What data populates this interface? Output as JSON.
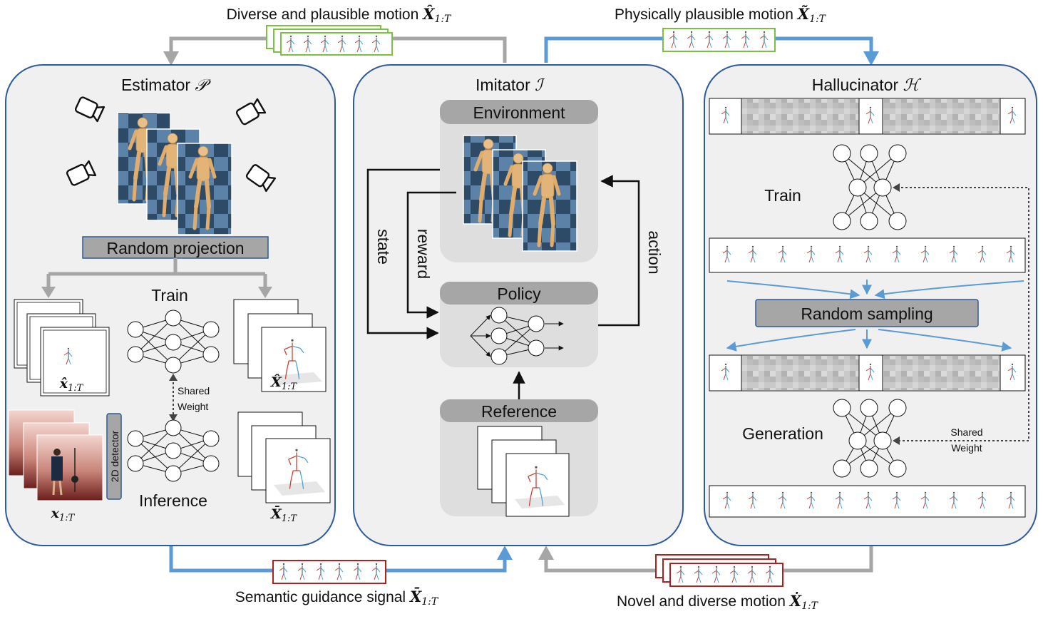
{
  "top": {
    "left_label": "Diverse and plausible motion",
    "left_symbol": "X̂",
    "right_label": "Physically plausible motion",
    "right_symbol": "X̃",
    "subscript": "1:T"
  },
  "bottom": {
    "left_label": "Semantic guidance signal",
    "left_symbol": "X̄",
    "right_label": "Novel and diverse motion",
    "right_symbol": "Ẋ",
    "subscript": "1:T"
  },
  "estimator": {
    "title": "Estimator",
    "symbol": "𝒫",
    "random_projection": "Random projection",
    "train": "Train",
    "inference": "Inference",
    "shared_weight_1": "Shared",
    "shared_weight_2": "Weight",
    "detector": "2D detector",
    "x_hat": "x̂",
    "x_plain": "x",
    "X_hat": "X̂",
    "X_bar": "X̄",
    "sub": "1:T"
  },
  "imitator": {
    "title": "Imitator",
    "symbol": "ℐ",
    "environment": "Environment",
    "policy": "Policy",
    "reference": "Reference",
    "state": "state",
    "reward": "reward",
    "action": "action"
  },
  "hallucinator": {
    "title": "Hallucinator",
    "symbol": "ℋ",
    "train": "Train",
    "random_sampling": "Random sampling",
    "generation": "Generation",
    "shared_weight_1": "Shared",
    "shared_weight_2": "Weight"
  },
  "colors": {
    "panel_border": "#2e5b9a",
    "panel_fill": "#f0f0f0",
    "blue_arrow": "#5b9bd5",
    "gray_arrow": "#a6a6a6",
    "green_frame": "#7dc142",
    "red_frame": "#b02020",
    "gray_box": "#a6a6a6",
    "limb_red": "#d33b2b",
    "limb_blue": "#4aa3d9"
  }
}
